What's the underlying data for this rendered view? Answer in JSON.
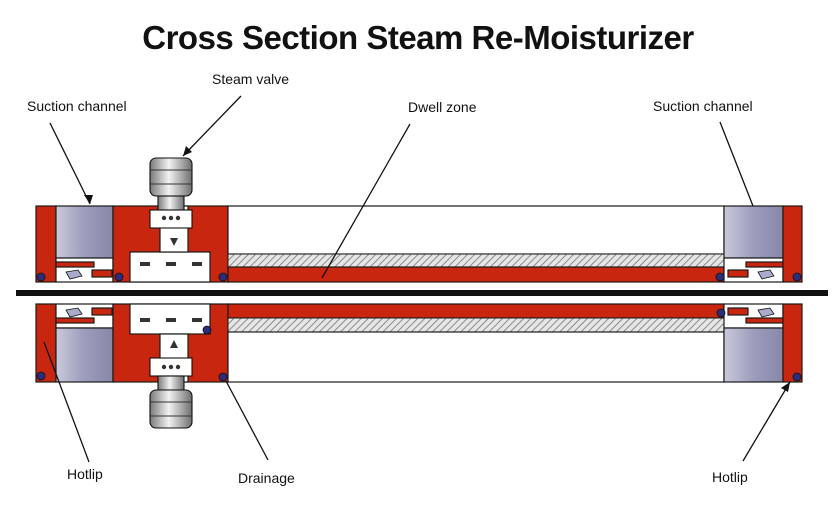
{
  "title": "Cross Section Steam Re-Moisturizer",
  "labels": {
    "steam_valve": "Steam valve",
    "suction_channel_left": "Suction channel",
    "dwell_zone": "Dwell zone",
    "suction_channel_right": "Suction channel",
    "hotlip_left": "Hotlip",
    "drainage": "Drainage",
    "hotlip_right": "Hotlip"
  },
  "colors": {
    "housing": "#c8260e",
    "suction_channel": "#a9a9c6",
    "divider": "#111111"
  }
}
